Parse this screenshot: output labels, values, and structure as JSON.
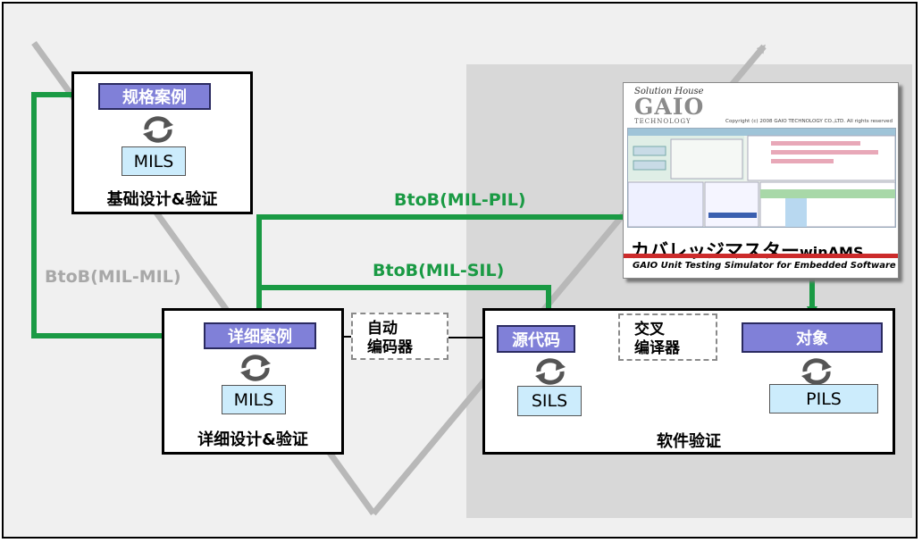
{
  "stages": {
    "basic": {
      "caption": "基础设计&验证",
      "pill": "规格案例",
      "sub": "MILS"
    },
    "detail": {
      "caption": "详细设计&验证",
      "pill": "详细案例",
      "sub": "MILS"
    },
    "software": {
      "caption": "软件验证",
      "source_pill": "源代码",
      "source_sub": "SILS",
      "target_pill": "对象",
      "target_sub": "PILS"
    }
  },
  "converters": {
    "auto_coder": {
      "line1": "自动",
      "line2": "编码器"
    },
    "cross_compiler": {
      "line1": "交叉",
      "line2": "编译器"
    }
  },
  "flows": {
    "mil_pil": "BtoB(MIL-PIL)",
    "mil_sil": "BtoB(MIL-SIL)",
    "mil_mil": "BtoB(MIL-MIL)"
  },
  "product": {
    "script_logo": "Solution House",
    "logo": "GAIO",
    "logo_sub": "TECHNOLOGY",
    "copyright": "Copyright (c) 2008 GAIO TECHNOLOGY CO.,LTD. All rights reserved",
    "title": "カバレッジマスター",
    "title_suffix": "winAMS",
    "subtitle": "GAIO Unit Testing Simulator for Embedded Software"
  },
  "colors": {
    "green": "#1a9a44",
    "pill": "#8080d8",
    "mils": "#ccecfc",
    "vshape": "#b8b8b8",
    "zone": "#d8d8d8"
  }
}
